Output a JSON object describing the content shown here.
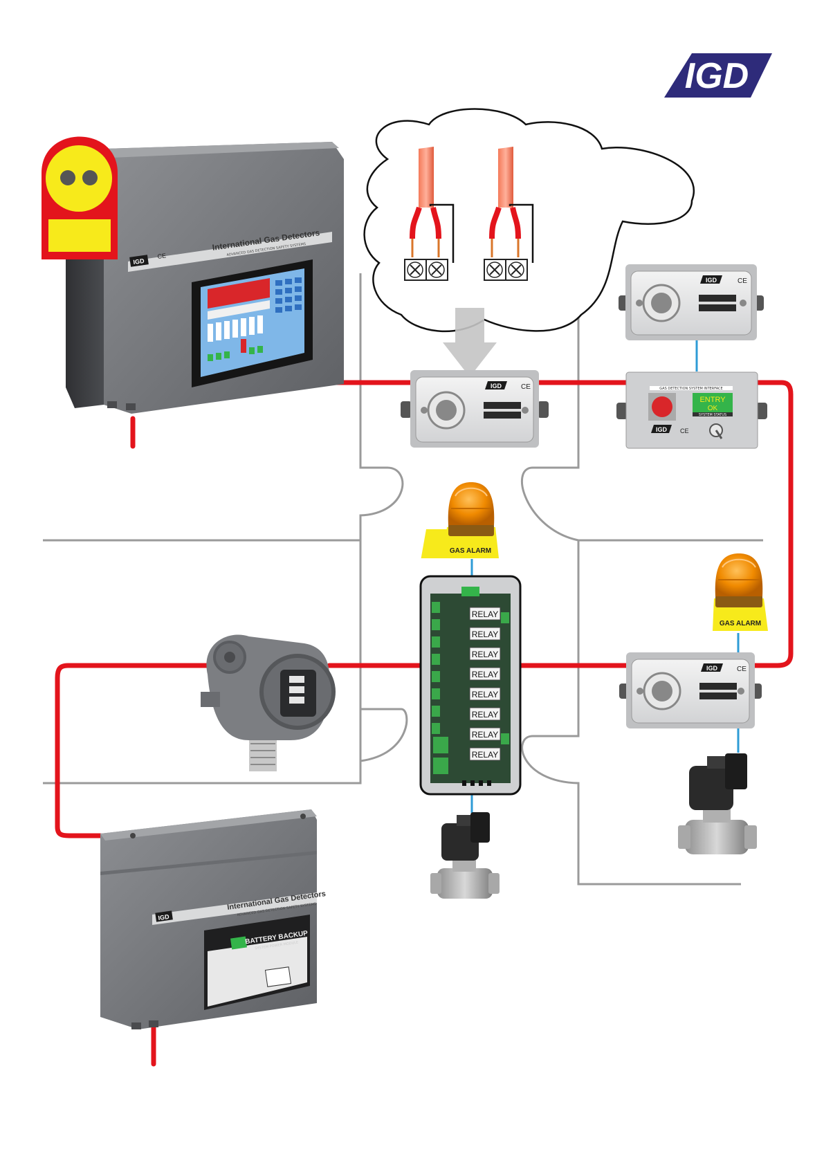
{
  "logo": {
    "text": "IGD",
    "color": "#2e2b7a"
  },
  "colors": {
    "bus_wire": "#e3141c",
    "link_wire": "#2e9bd6",
    "zone_line": "#9a9a9a",
    "enclosure": "#7a7c80",
    "enclosure_dark": "#3a3b3e",
    "beacon": "#f08a00",
    "badge_red": "#e3141c",
    "badge_yellow": "#f7ea1b"
  },
  "control_panel": {
    "brand": "International Gas Detectors",
    "tagline": "ADVANCED GAS DETECTION SAFETY SYSTEMS",
    "badge": "IGD",
    "ce_mark": "CE"
  },
  "battery_backup": {
    "brand": "International Gas Detectors",
    "tagline": "ADVANCED GAS DETECTION SAFETY SYSTEMS",
    "badge": "IGD",
    "display_title": "BATTERY BACKUP",
    "display_subtitle": "SYSTEM POWER MODULE"
  },
  "field_modules": [
    {
      "id": "module-top-right",
      "badge": "IGD",
      "ce_mark": "CE"
    },
    {
      "id": "module-center",
      "badge": "IGD",
      "ce_mark": "CE"
    },
    {
      "id": "module-right-lower",
      "badge": "IGD",
      "ce_mark": "CE"
    }
  ],
  "entry_panel": {
    "header": "GAS DETECTION SYSTEM INTERFACE",
    "status_line1": "ENTRY",
    "status_line2": "OK",
    "status_caption": "SYSTEM STATUS",
    "badge": "IGD",
    "ce_mark": "CE"
  },
  "beacons": [
    {
      "id": "beacon-center",
      "label": "GAS ALARM"
    },
    {
      "id": "beacon-right",
      "label": "GAS ALARM"
    }
  ],
  "relay_board": {
    "relay_labels": [
      "RELAY",
      "RELAY",
      "RELAY",
      "RELAY",
      "RELAY",
      "RELAY",
      "RELAY",
      "RELAY"
    ]
  }
}
